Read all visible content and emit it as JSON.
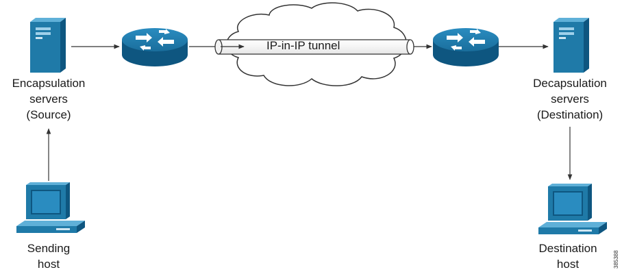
{
  "nodes": {
    "encap": {
      "lines": [
        "Encapsulation",
        "servers",
        "(Source)"
      ]
    },
    "decap": {
      "lines": [
        "Decapsulation",
        "servers",
        "(Destination)"
      ]
    },
    "sending": {
      "lines": [
        "Sending",
        "host"
      ]
    },
    "destination": {
      "lines": [
        "Destination",
        "host"
      ]
    }
  },
  "tunnel": {
    "label": "IP-in-IP tunnel"
  },
  "figure_id": "385388",
  "colors": {
    "device_blue": "#1f7aa8",
    "device_dark": "#0e5680",
    "device_light": "#cfe6f2",
    "line": "#333333"
  },
  "icons": [
    "server-icon",
    "router-icon",
    "cloud-icon",
    "workstation-icon"
  ]
}
